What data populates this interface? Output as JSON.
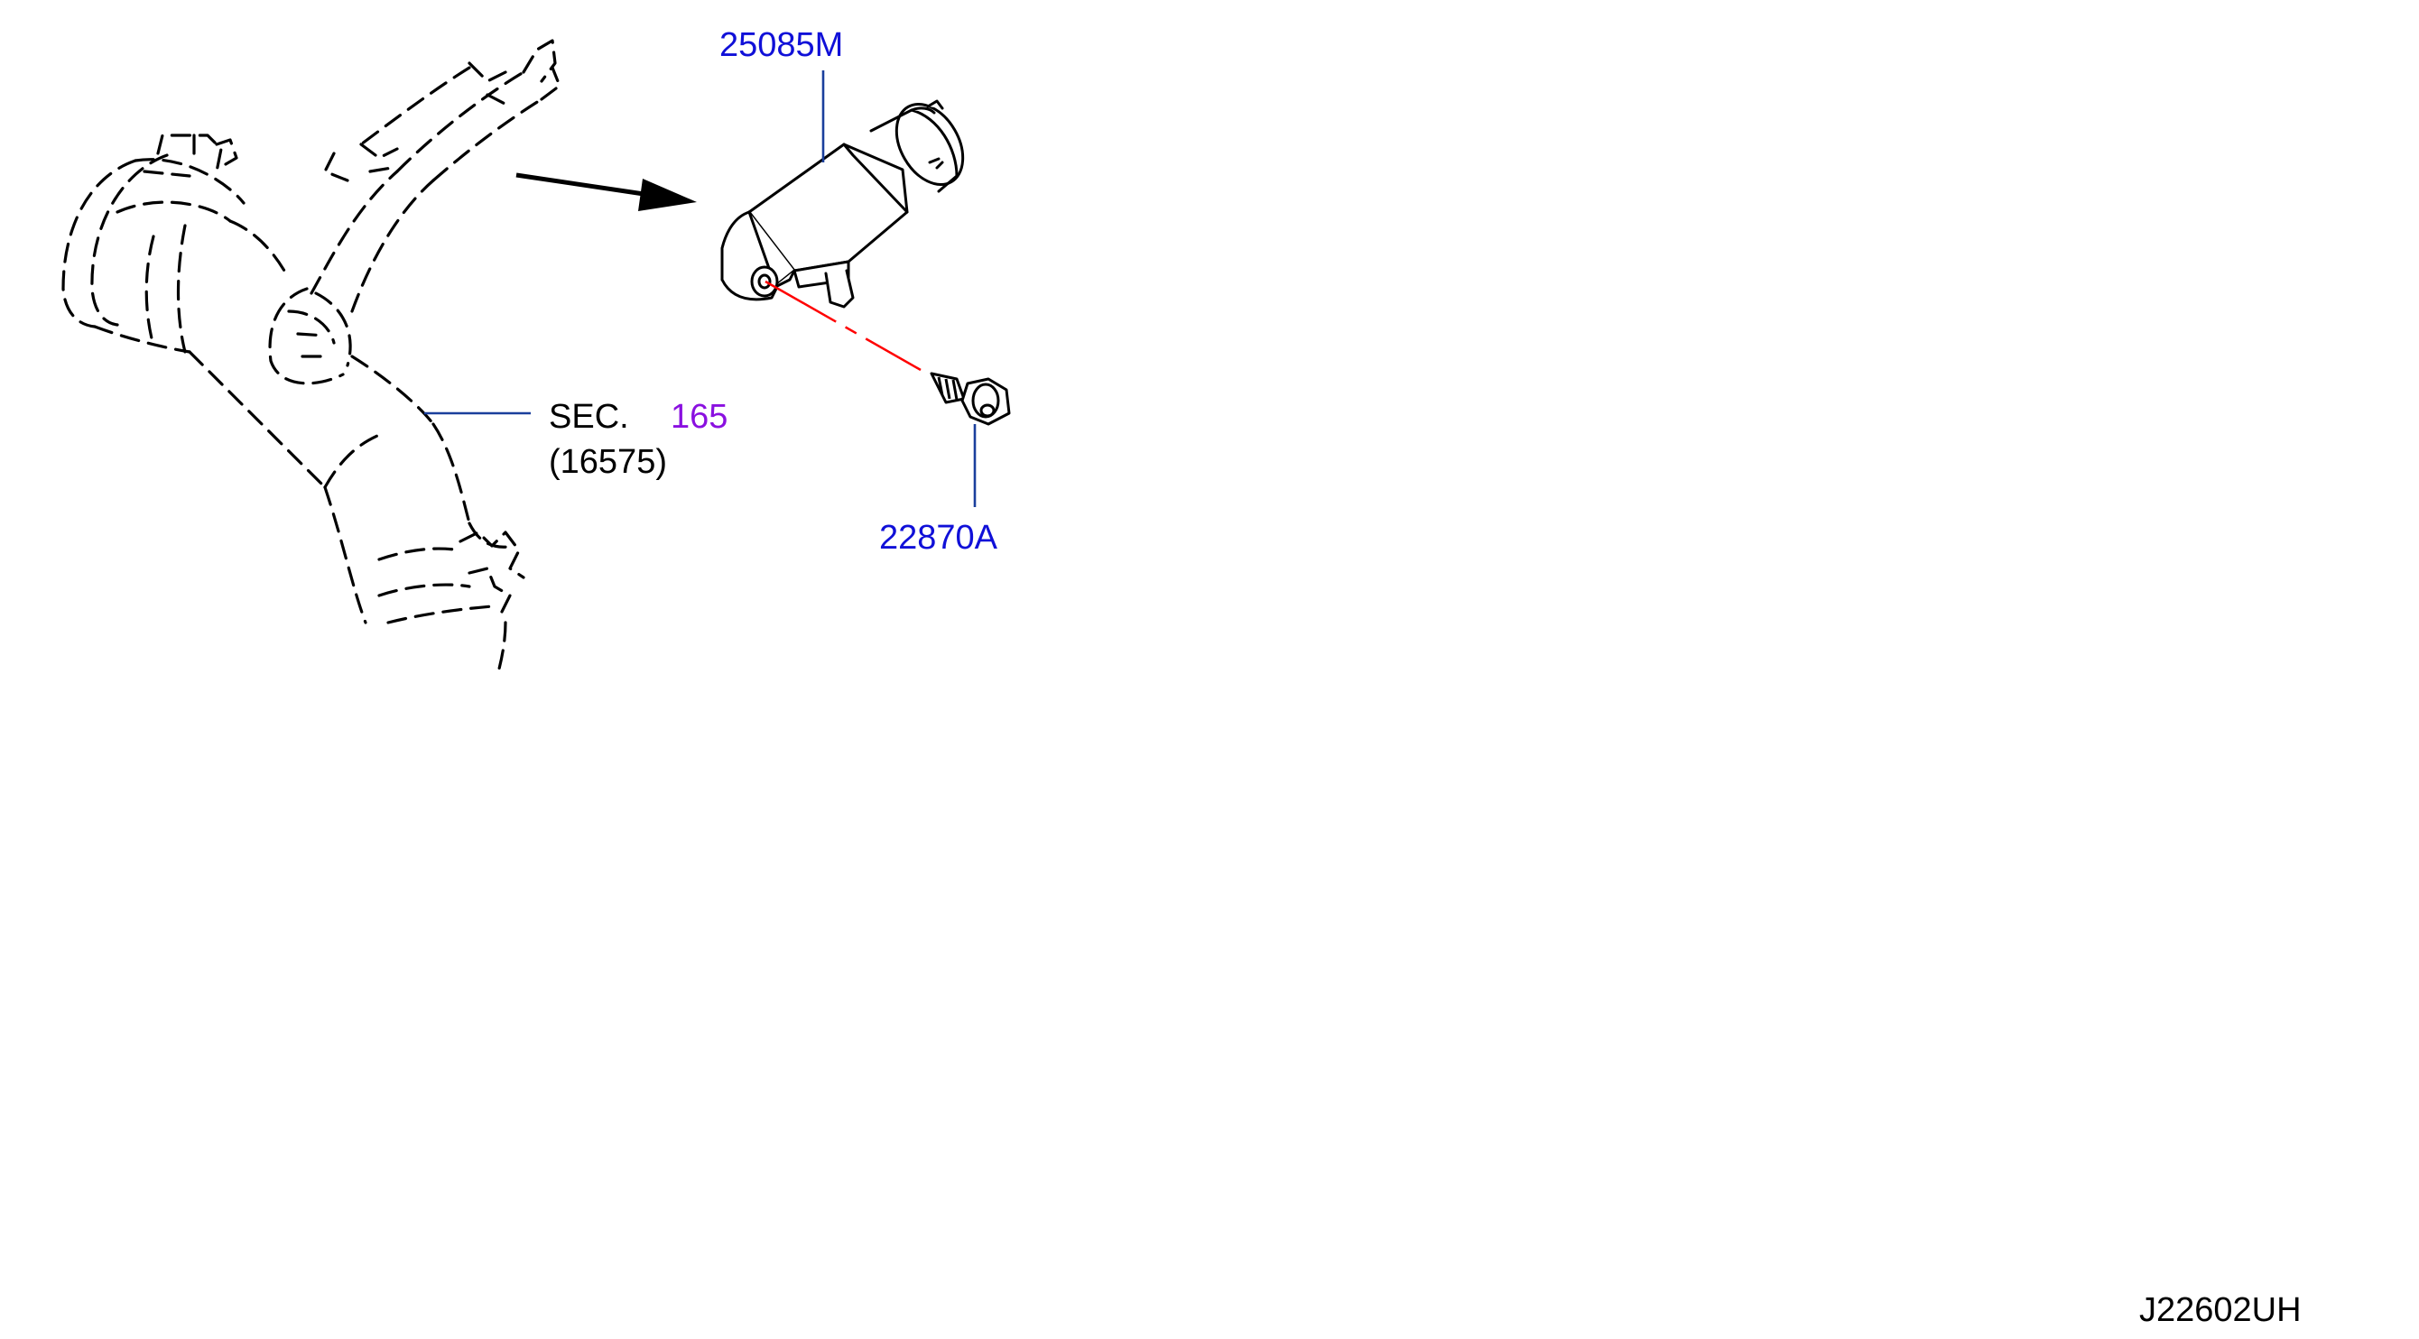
{
  "labels": {
    "sensor_part_number": "25085M",
    "bolt_part_number": "22870A",
    "section_prefix": "SEC.",
    "section_number": "165",
    "section_sub_number": "(16575)",
    "drawing_id": "J22602UH"
  },
  "colors": {
    "part_number_link": "#1010d8",
    "section_link": "#8a10e0",
    "leader_line": "#1a3f9c",
    "center_line": "#ff0000",
    "ink": "#000000"
  }
}
